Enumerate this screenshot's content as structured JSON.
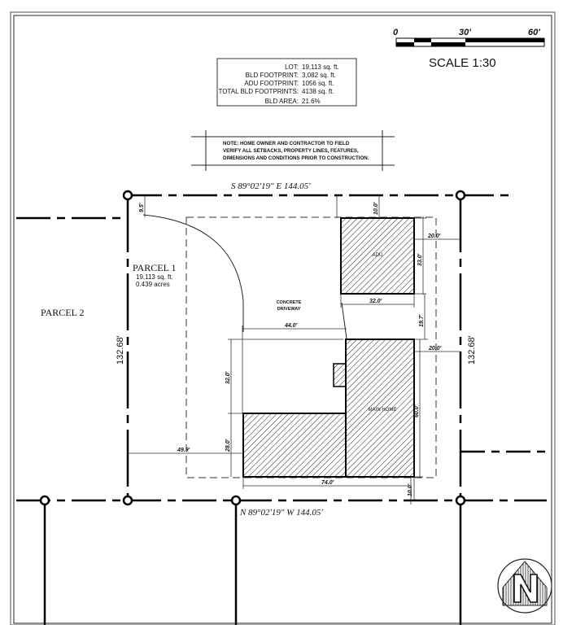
{
  "scale_bar": {
    "labels": [
      "0",
      "30'",
      "60'"
    ],
    "title": "SCALE 1:30"
  },
  "summary_table": {
    "rows": [
      {
        "label": "LOT:",
        "value": "19,113 sq. ft."
      },
      {
        "label": "BLD FOOTPRINT:",
        "value": "3,082 sq. ft."
      },
      {
        "label": "ADU FOOTPRINT:",
        "value": "1056 sq. ft."
      },
      {
        "label": "TOTAL BLD FOOTPRINTS:",
        "value": "4138 sq. ft."
      }
    ],
    "area_row": {
      "label": "BLD AREA:",
      "value": "21.6%"
    }
  },
  "note": {
    "lines": [
      "NOTE: HOME OWNER AND CONTRACTOR TO FIELD",
      "VERIFY ALL SETBACKS, PROPERTY LINES, FEATURES,",
      "DIMENSIONS AND CONDITIONS PRIOR TO CONSTRUCTION."
    ]
  },
  "property_lines": {
    "north_bearing": "S 89°02'19\" E 144.05'",
    "south_bearing": "N 89°02'19\" W 144.05'",
    "west_length": "132.68'",
    "east_length": "132.68'"
  },
  "parcels": {
    "parcel1": {
      "name": "PARCEL 1",
      "area_sqft": "19,113 sq. ft.",
      "area_acres": "0.439 acres"
    },
    "parcel2": {
      "name": "PARCEL 2"
    }
  },
  "structures": {
    "adu": {
      "label": "ADU"
    },
    "main_home": {
      "label": "MAIN HOME"
    },
    "driveway": {
      "line1": "CONCRETE",
      "line2": "DRIVEWAY"
    }
  },
  "dimensions": {
    "corner_setback": "9.5'",
    "adu_north_setback": "10.0'",
    "adu_east_setback": "20.0'",
    "adu_depth": "33.0'",
    "adu_width": "32.0'",
    "adu_to_home": "19.7'",
    "driveway_width": "44.0'",
    "home_east_setback": "20.0'",
    "home_notch_depth": "32.0'",
    "home_depth": "60.0'",
    "wing_depth": "28.0'",
    "west_setback": "49.9'",
    "home_width": "74.0'",
    "south_setback": "10.0'"
  },
  "north_arrow": {
    "letter": "N"
  },
  "colors": {
    "ink": "#111111",
    "frame": "#555555",
    "hatch": "#222222"
  }
}
